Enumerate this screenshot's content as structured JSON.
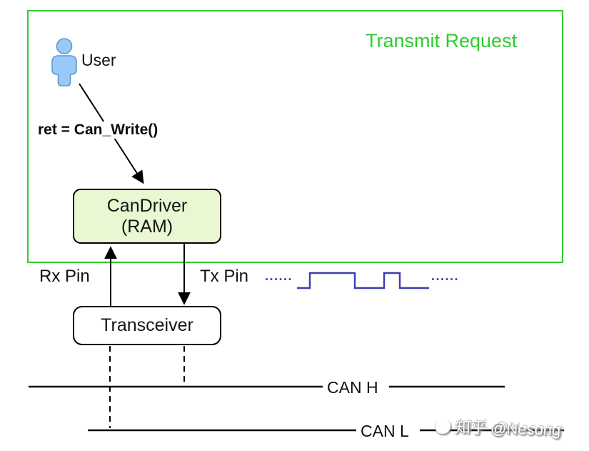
{
  "diagram": {
    "title": "Transmit Request",
    "actor": {
      "label": "User"
    },
    "call_label": "ret = Can_Write()",
    "driver_box": {
      "line1": "CanDriver",
      "line2": "(RAM)"
    },
    "pins": {
      "rx": "Rx Pin",
      "tx": "Tx Pin"
    },
    "transceiver_box": {
      "label": "Transceiver"
    },
    "bus": {
      "can_h": "CAN H",
      "can_l": "CAN L"
    },
    "waveform": {
      "left_dots": "......",
      "right_dots": "......",
      "levels_pattern": [
        0,
        1,
        0,
        1,
        0
      ],
      "signal_color": "#3c3cb4"
    },
    "watermark": "知乎 @Nesong",
    "colors": {
      "frame_green": "#2ecc2e",
      "driver_fill": "#e9f8d2",
      "actor_fill": "#99c9f7",
      "actor_stroke": "#5c96d1",
      "connector_black": "#000000"
    }
  }
}
